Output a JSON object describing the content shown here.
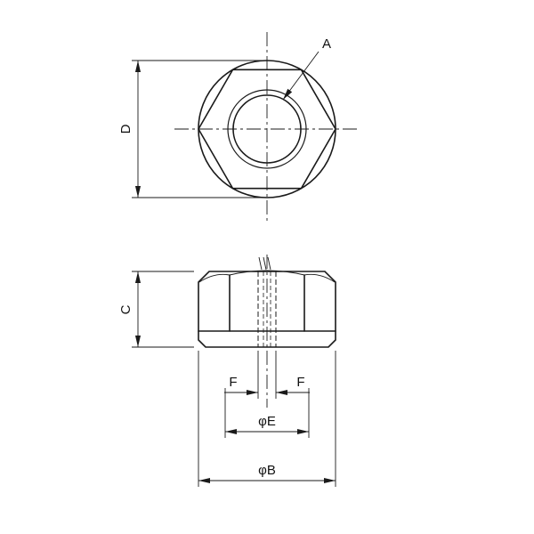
{
  "drawing": {
    "title": "collar-nut-two-view-drawing",
    "labels": {
      "callout_a": "A",
      "dim_d": "D",
      "dim_c": "C",
      "dim_f_left": "F",
      "dim_f_right": "F",
      "dim_e": "φE",
      "dim_b": "φB"
    },
    "colors": {
      "body_fill": "#d9ecf8",
      "line": "#1a1a1a",
      "background": "#ffffff"
    }
  }
}
